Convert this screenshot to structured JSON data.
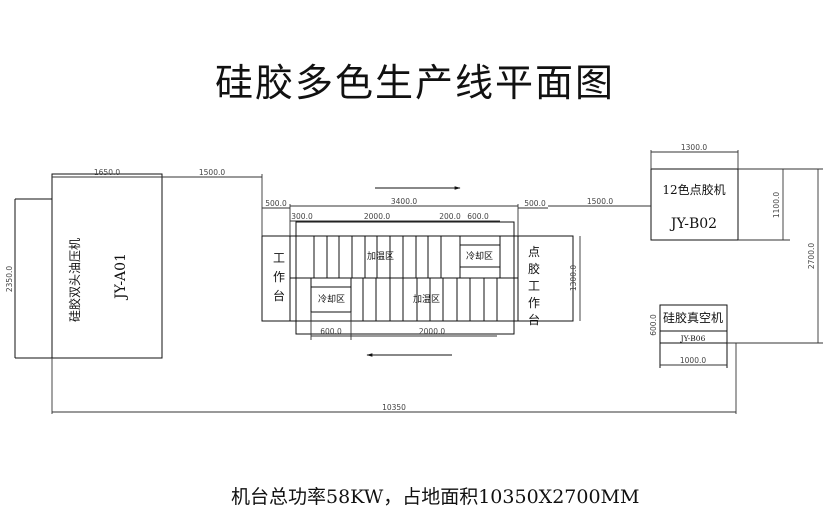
{
  "title": "硅胶多色生产线平面图",
  "footer": "机台总功率58KW，占地面积10350X2700MM",
  "machine_a01": {
    "name": "硅胶双头油压机",
    "code": "JY-A01"
  },
  "machine_b02": {
    "name": "12色点胶机",
    "code": "JY-B02"
  },
  "machine_b06": {
    "name": "硅胶真空机",
    "code": "JY-B06"
  },
  "workstation_left": "工作台",
  "workstation_right": "点胶工作台",
  "zones": {
    "heat_top": "加温区",
    "cool_top": "冷却区",
    "cool_bottom": "冷却区",
    "heat_bottom": "加温区"
  },
  "dimensions": {
    "a01_width": "1650.0",
    "a01_height": "2350.0",
    "gap_a01_line": "1500.0",
    "line_length": "3400.0",
    "left_bench": "500.0",
    "right_bench": "500.0",
    "first_cell": "300.0",
    "heat_top": "2000.0",
    "gap_top": "200.0",
    "cool_top": "600.0",
    "line_height": "1300.0",
    "cool_bottom": "600.0",
    "heat_bottom": "2000.0",
    "gap_line_b02": "1500.0",
    "b02_width": "1300.0",
    "b02_height": "1100.0",
    "total_height": "2700.0",
    "b06_height": "600.0",
    "b06_width": "1000.0",
    "total_length": "10350"
  }
}
